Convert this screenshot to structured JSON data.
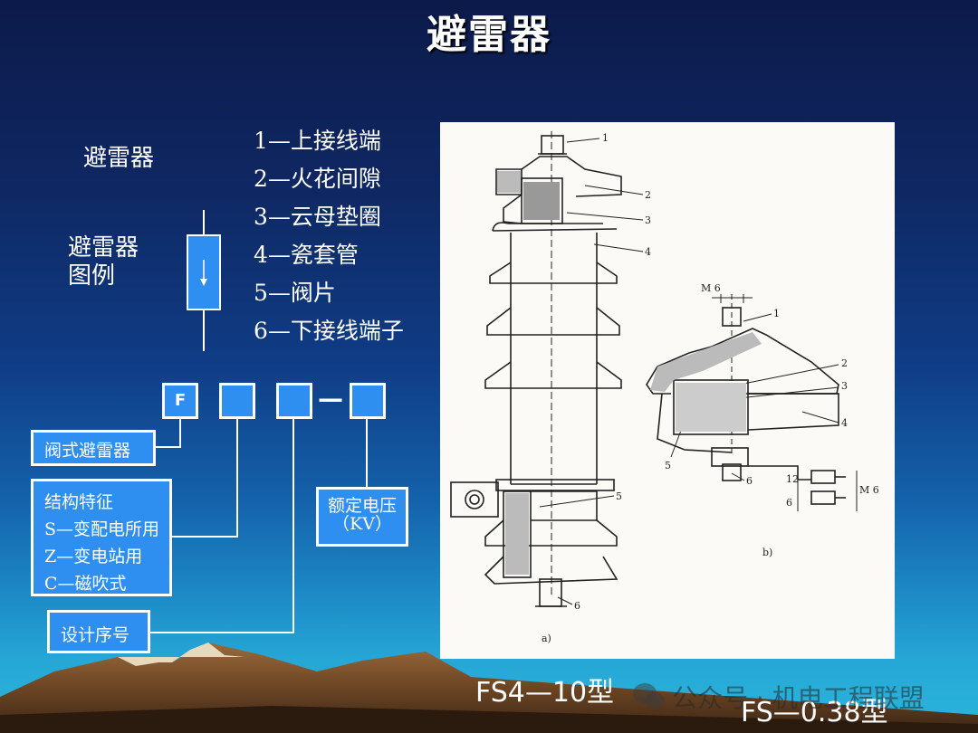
{
  "title": "避雷器",
  "left": {
    "label": "避雷器",
    "symbol_label_line1": "避雷器",
    "symbol_label_line2": "图例"
  },
  "legend": [
    "1—上接线端",
    "2—火花间隙",
    "3—云母垫圈",
    "4—瓷套管",
    "5—阀片",
    "6—下接线端子"
  ],
  "code": {
    "first_letter": "F",
    "dash": "—",
    "valve_label": "阀式避雷器",
    "structure": {
      "title": "结构特征",
      "line1": "S—变配电所用",
      "line2": "Z—变电站用",
      "line3": "C—磁吹式"
    },
    "voltage_line1": "额定电压",
    "voltage_line2": "（KV）",
    "design_label": "设计序号"
  },
  "drawing": {
    "callouts_a": [
      "1",
      "2",
      "3",
      "4",
      "5",
      "6"
    ],
    "callouts_b": [
      "1",
      "2",
      "3",
      "4",
      "5",
      "6"
    ],
    "label_a": "a)",
    "label_b": "b)",
    "dim_m6_top": "M 6",
    "dim_12": "12",
    "dim_6": "6",
    "dim_m6_side": "M 6"
  },
  "models": {
    "model_a": "FS4—10型",
    "model_b": "FS—0.38型"
  },
  "watermark": "公众号 · 机电工程联盟",
  "colors": {
    "box_fill": "#2f8ff0",
    "sky_top": "#0c1a4a",
    "sky_bottom": "#2ab5dc"
  }
}
